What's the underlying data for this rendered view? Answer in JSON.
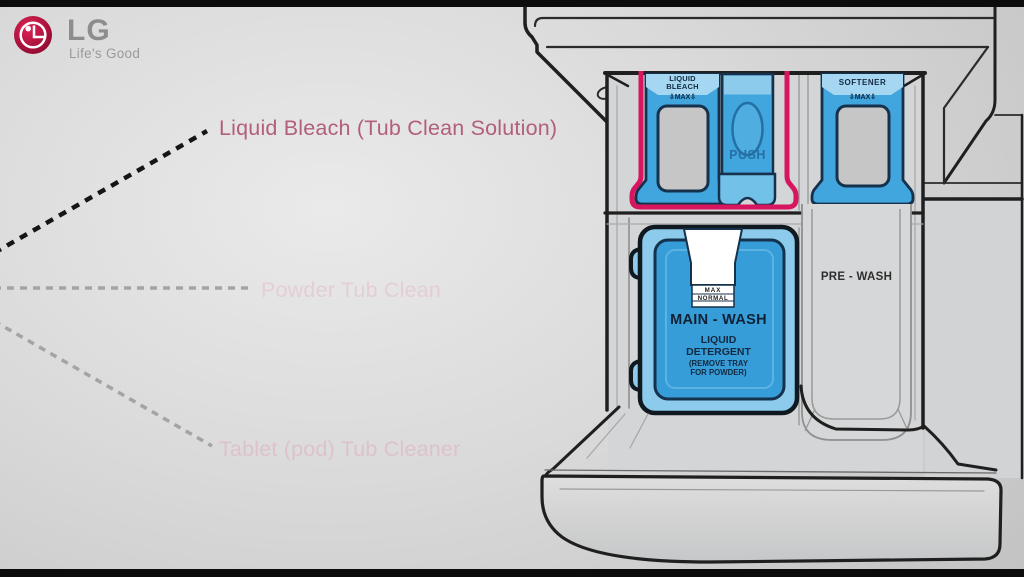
{
  "brand": {
    "logo": "LG",
    "tagline": "Life's Good"
  },
  "callouts": {
    "bleach": {
      "label": "Liquid Bleach (Tub Clean Solution)"
    },
    "powder": {
      "label": "Powder Tub Clean"
    },
    "tablet": {
      "label": "Tablet (pod) Tub Cleaner"
    }
  },
  "drawer": {
    "liquid_bleach": {
      "line1": "LIQUID",
      "line2": "BLEACH",
      "max": "⇩MAX⇩"
    },
    "push": {
      "label": "PUSH"
    },
    "softener": {
      "label": "SOFTENER",
      "max": "⇩MAX⇩"
    },
    "main_wash": {
      "title": "MAIN - WASH",
      "sub1": "LIQUID",
      "sub2": "DETERGENT",
      "note1": "(REMOVE TRAY",
      "note2": "FOR POWDER)",
      "level_max": "MAX",
      "level_normal": "NORMAL"
    },
    "pre_wash": {
      "label": "PRE - WASH"
    }
  },
  "colors": {
    "highlight_magenta": "#d8155f",
    "compartment_blue": "#41a5de",
    "light_blue": "#8ccbec",
    "outline_navy": "#16314c",
    "callout_active_text": "#b25f7a",
    "callout_faded_text": "#e2c9d2",
    "logo_red": "#c30e46",
    "background_gray": "#d9d9d9"
  }
}
